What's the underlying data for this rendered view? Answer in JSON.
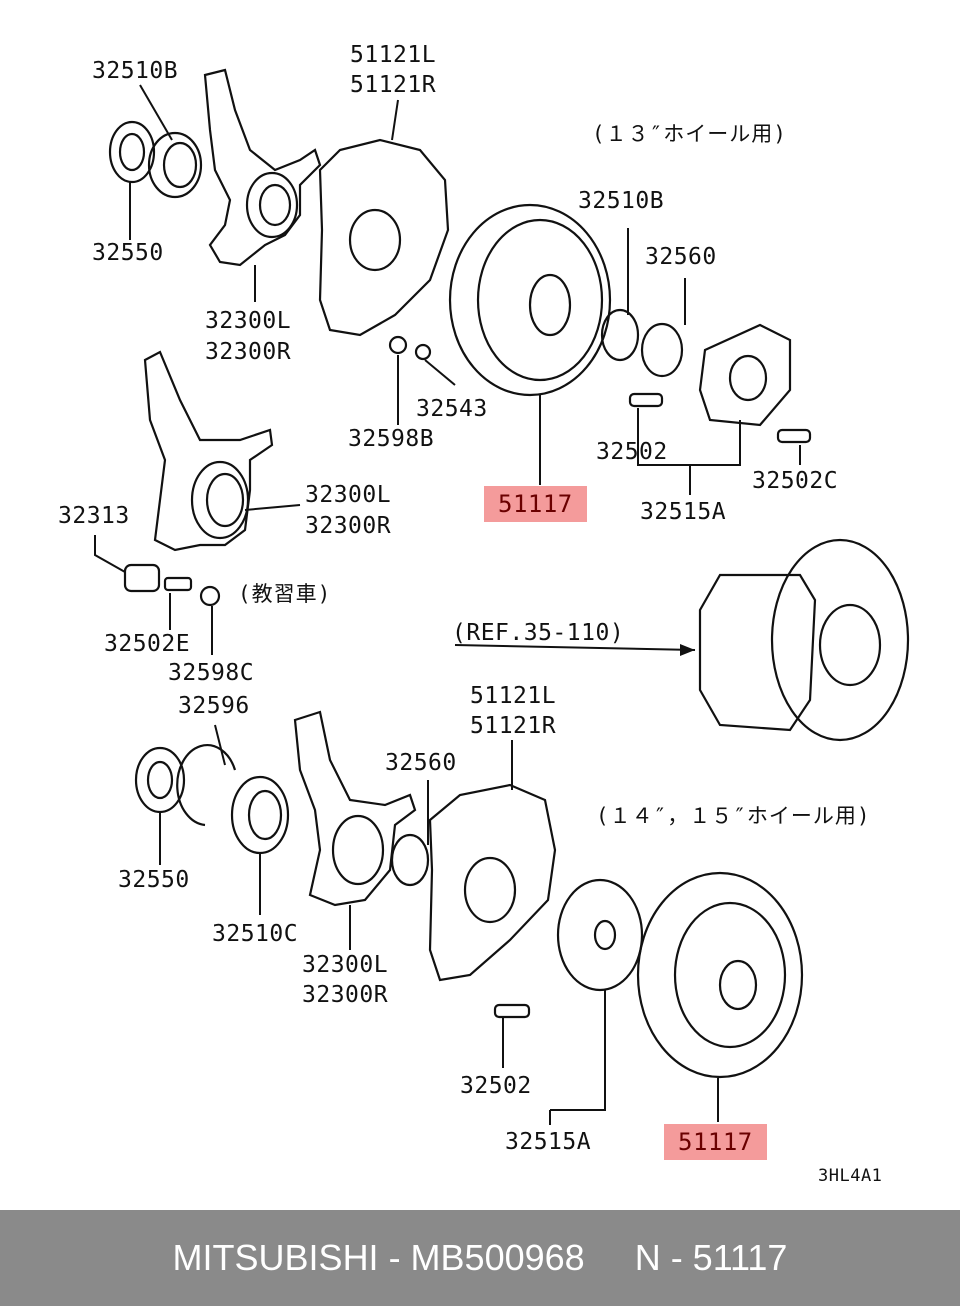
{
  "labels": {
    "p32510B_top": "32510B",
    "p51121_top_L": "51121L",
    "p51121_top_R": "51121R",
    "note_13": "(１３″ホイール用)",
    "p32510B_mid": "32510B",
    "p32550_top": "32550",
    "p32560_top": "32560",
    "p32300_top_L": "32300L",
    "p32300_top_R": "32300R",
    "p32543": "32543",
    "p32598B": "32598B",
    "p32502_top": "32502",
    "p32502C": "32502C",
    "p51117_top": "51117",
    "p32515A_top": "32515A",
    "p32313": "32313",
    "p32300_mid_L": "32300L",
    "p32300_mid_R": "32300R",
    "note_kyoshu": "(教習車)",
    "ref": "(REF.35-110)",
    "p32502E": "32502E",
    "p32598C": "32598C",
    "p32596": "32596",
    "p51121_bot_L": "51121L",
    "p51121_bot_R": "51121R",
    "p32560_bot": "32560",
    "note_1415": "(１４″，１５″ホイール用)",
    "p32550_bot": "32550",
    "p32510C": "32510C",
    "p32300_bot_L": "32300L",
    "p32300_bot_R": "32300R",
    "p32502_bot": "32502",
    "p32515A_bot": "32515A",
    "p51117_bot": "51117",
    "code": "3HL4A1"
  },
  "footer": {
    "text": "MITSUBISHI - MB500968     N - 51117"
  },
  "colors": {
    "highlight": "#f49b9b",
    "footer_bg": "#8a8a8a"
  }
}
